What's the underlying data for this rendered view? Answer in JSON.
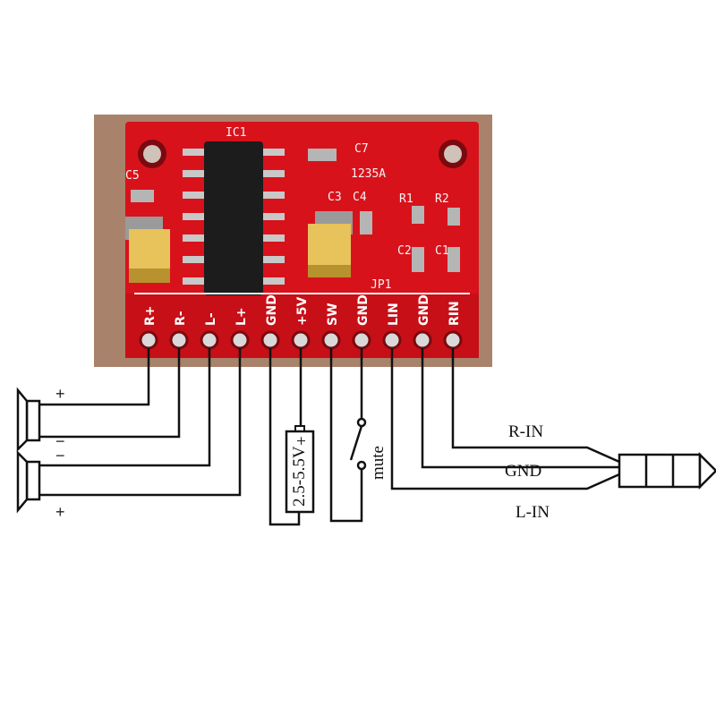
{
  "board": {
    "ic_label": "IC1",
    "part_number": "1235A",
    "component_labels": [
      "C5",
      "C7",
      "C3",
      "C4",
      "R1",
      "R2",
      "C2",
      "C1",
      "JP1"
    ],
    "pin_labels": [
      "R+",
      "R-",
      "L-",
      "L+",
      "GND",
      "+5V",
      "SW",
      "GND",
      "LIN",
      "GND",
      "RIN"
    ],
    "colors": {
      "pcb": "#d8121b",
      "pcb_dark": "#a80d14",
      "background": "#a9826c",
      "chip": "#1c1c1c",
      "tantalum": "#e8c25a"
    }
  },
  "wiring": {
    "speaker_top_plus": "+",
    "speaker_top_minus": "−",
    "speaker_bottom_minus": "−",
    "speaker_bottom_plus": "+",
    "battery_label": "2.5-5.5V",
    "battery_plus": "+",
    "switch_label": "mute",
    "jack_labels": {
      "r_in": "R-IN",
      "gnd": "GND",
      "l_in": "L-IN"
    }
  }
}
